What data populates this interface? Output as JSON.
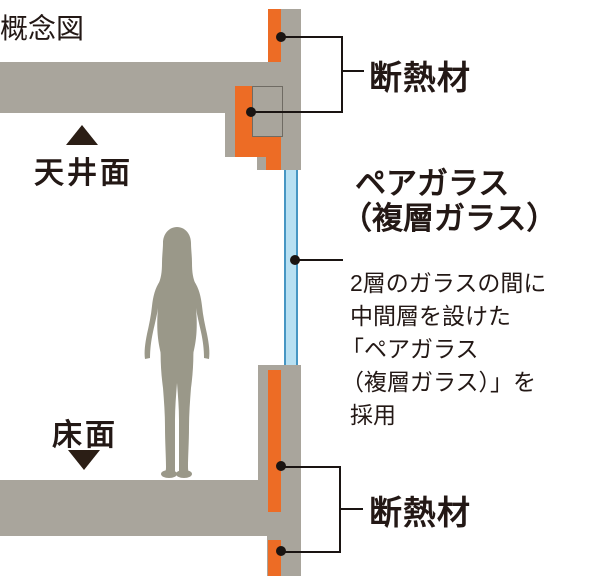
{
  "header": {
    "title": "概念図"
  },
  "diagram": {
    "type": "architectural-cross-section",
    "surfaces": {
      "ceiling_label": "天井面",
      "floor_label": "床面"
    },
    "callouts": {
      "insulation_top_label": "断熱材",
      "insulation_bottom_label": "断熱材",
      "glass": {
        "title_line1": "ペアガラス",
        "title_line2": "（複層ガラス）",
        "desc_lines": [
          "2層のガラスの間に",
          "中間層を設けた",
          "「ペアガラス",
          "（複層ガラス）」を",
          "採用"
        ]
      }
    },
    "colors": {
      "insulation_orange": "#ed6c25",
      "concrete_gray": "#a9a59c",
      "glass_fill": "#b8e0f2",
      "glass_edge": "#4796c3",
      "ink_black": "#231815",
      "person_gray": "#9a9889"
    }
  }
}
